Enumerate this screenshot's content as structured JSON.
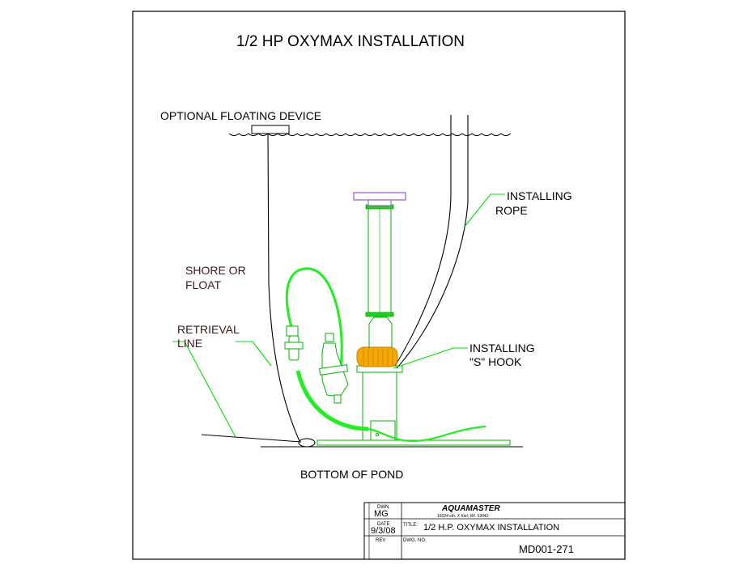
{
  "drawing": {
    "title": "1/2 HP OXYMAX INSTALLATION",
    "labels": {
      "floating_device": "OPTIONAL FLOATING DEVICE",
      "installing_rope_1": "INSTALLING",
      "installing_rope_2": "ROPE",
      "shore_1": "SHORE OR",
      "shore_2": "FLOAT",
      "retrieval_1": "RETRIEVAL",
      "retrieval_2": "LINE",
      "s_hook_1": "INSTALLING",
      "s_hook_2": "\"S\" HOOK",
      "bottom": "BOTTOM OF POND"
    },
    "colors": {
      "ink": "#000000",
      "leader": "#00dd00",
      "hose": "#22ee22",
      "unit": "#00b000",
      "cap": "#9955cc",
      "hook": "#f5a800"
    }
  },
  "title_block": {
    "dwn_label": "DWN.",
    "dwn_value": "MG",
    "date_label": "DATE",
    "date_value": "9/3/08",
    "rev_label": "REV",
    "company": "AQUAMASTER",
    "address": "16024 cth. X Kiel, WI. 53042",
    "title_label": "TITLE:",
    "title_value": "1/2 H.P. OXYMAX INSTALLATION",
    "dwg_label": "DWG. NO.",
    "dwg_value": "MD001-271"
  }
}
